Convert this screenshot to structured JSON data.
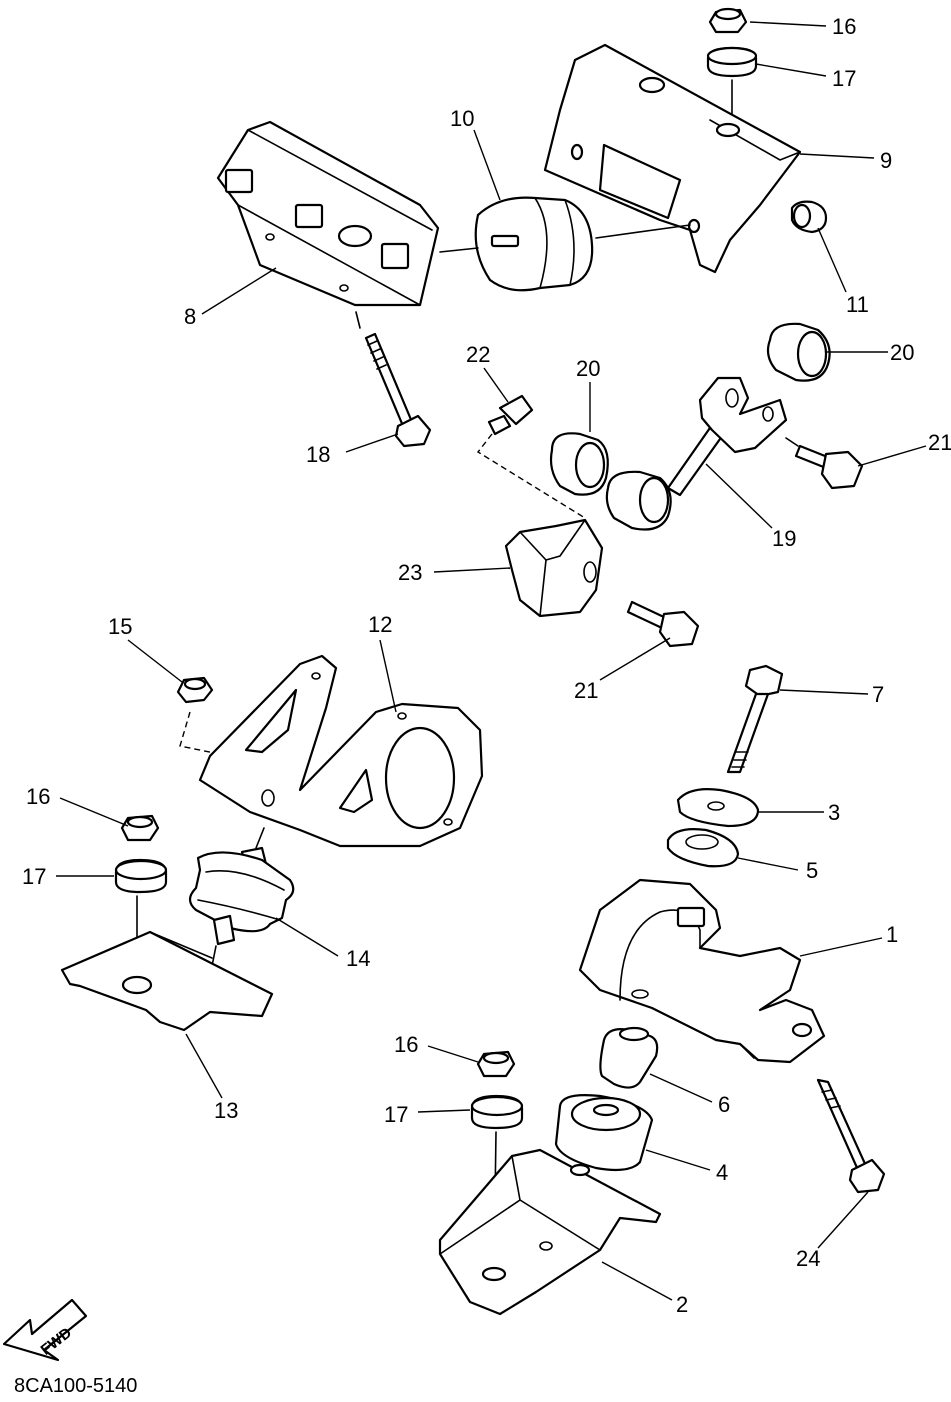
{
  "diagram": {
    "drawing_code": "8CA100-5140",
    "fwd_label": "FWD",
    "callouts": {
      "c16a": "16",
      "c17a": "17",
      "c9": "9",
      "c10": "10",
      "c11": "11",
      "c8": "8",
      "c18": "18",
      "c22": "22",
      "c20a": "20",
      "c20b": "20",
      "c21a": "21",
      "c19": "19",
      "c23": "23",
      "c21b": "21",
      "c15": "15",
      "c12": "12",
      "c7": "7",
      "c16b": "16",
      "c17b": "17",
      "c3": "3",
      "c5": "5",
      "c14": "14",
      "c13": "13",
      "c1": "1",
      "c16c": "16",
      "c17c": "17",
      "c6": "6",
      "c4": "4",
      "c24": "24",
      "c2": "2"
    }
  }
}
